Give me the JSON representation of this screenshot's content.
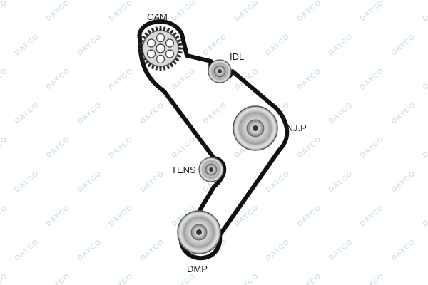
{
  "diagram": {
    "labels": {
      "cam": "CAM",
      "idl": "IDL",
      "injp": "INJ.P",
      "tens": "TENS",
      "dmp": "DMP"
    },
    "watermark": "DAYCO",
    "colors": {
      "belt": "#111111",
      "pulley_light": "#e6e6e6",
      "pulley_mid": "#b9b9b9",
      "pulley_dark": "#6e6e6e",
      "watermark": "#cfe3ef"
    },
    "icons": {
      "cam": "cam-gear-icon",
      "pulley": "pulley-icon"
    }
  }
}
